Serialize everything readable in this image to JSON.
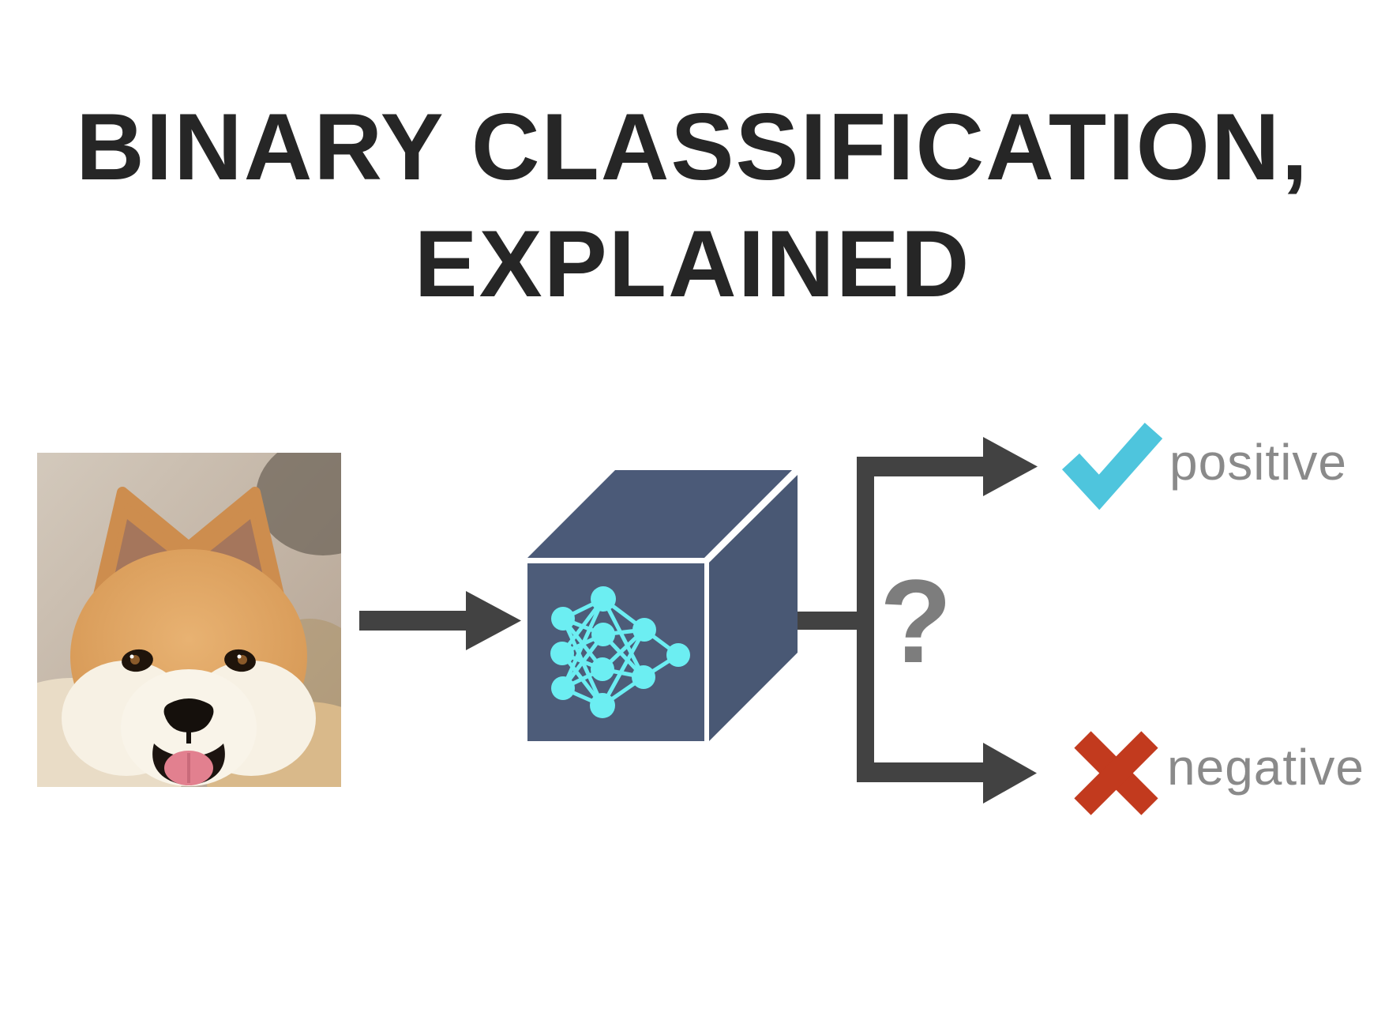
{
  "title": {
    "line1": "BINARY CLASSIFICATION,",
    "line2": "EXPLAINED"
  },
  "flow": {
    "input_image": "shiba-inu-dog-photo",
    "model_icon": "neural-network-cube",
    "question_mark": "?",
    "outcomes": [
      {
        "id": "positive",
        "label": "positive",
        "icon": "checkmark-icon",
        "color": "#4ec5dd"
      },
      {
        "id": "negative",
        "label": "negative",
        "icon": "cross-icon",
        "color": "#c23a1e"
      }
    ]
  },
  "colors": {
    "background": "#ffffff",
    "title_text": "#262626",
    "arrow": "#424242",
    "cube_front": "#4d5c79",
    "cube_top": "#4b5a78",
    "cube_right": "#495874",
    "network": "#6ceef2",
    "question": "#7d7d7d",
    "label_text": "#8a8a8a"
  }
}
